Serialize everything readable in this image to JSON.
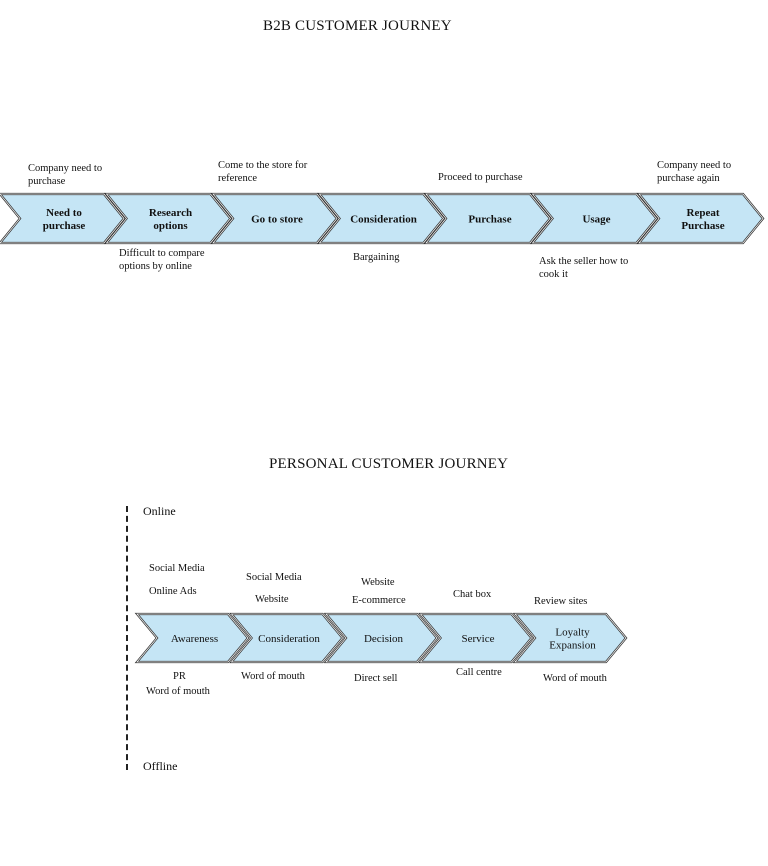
{
  "b2b": {
    "title": "B2B CUSTOMER JOURNEY",
    "steps": [
      [
        "Need to",
        "purchase"
      ],
      [
        "Research",
        "options"
      ],
      [
        "Go to store"
      ],
      [
        "Consideration"
      ],
      [
        "Purchase"
      ],
      [
        "Usage"
      ],
      [
        "Repeat",
        "Purchase"
      ]
    ],
    "notes": {
      "company_need_top": "Company need to purchase",
      "come_to_store": "Come to the store for reference",
      "proceed": "Proceed to purchase",
      "company_need_again": "Company need to purchase again",
      "difficult": "Difficult to compare options by online",
      "bargaining": "Bargaining",
      "ask_seller": "Ask the seller how to cook it"
    }
  },
  "personal": {
    "title": "PERSONAL CUSTOMER JOURNEY",
    "online_label": "Online",
    "offline_label": "Offline",
    "steps": [
      [
        "Awareness"
      ],
      [
        "Consideration"
      ],
      [
        "Decision"
      ],
      [
        "Service"
      ],
      [
        "Loyalty",
        "Expansion"
      ]
    ],
    "notes": {
      "social_media_1": "Social Media",
      "online_ads": "Online Ads",
      "social_media_2": "Social Media",
      "website_1": "Website",
      "website_2": "Website",
      "ecommerce": "E-commerce",
      "chat_box": "Chat box",
      "review_sites": "Review sites",
      "pr": "PR",
      "word_of_mouth_1": "Word of mouth",
      "word_of_mouth_2": "Word of mouth",
      "direct_sell": "Direct sell",
      "call_centre": "Call centre",
      "word_of_mouth_3": "Word of mouth"
    }
  },
  "colors": {
    "chevron_fill": "#c5e5f5",
    "chevron_stroke": "#333333"
  }
}
